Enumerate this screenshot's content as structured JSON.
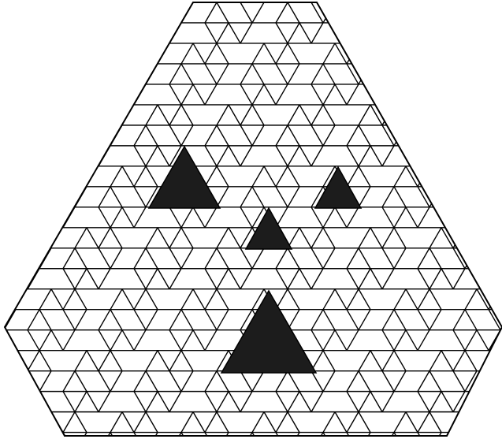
{
  "diagram": {
    "kind": "lozenge-tiling",
    "description_visible_text": "",
    "colors": {
      "background": "#ffffff",
      "stroke": "#000000",
      "hole_fill": "#1c1c1c"
    },
    "tiling": {
      "tile_shape": "rhombus",
      "tile_count_visible": "dense",
      "hole_count": 4,
      "hole_shape": "triangle"
    }
  }
}
